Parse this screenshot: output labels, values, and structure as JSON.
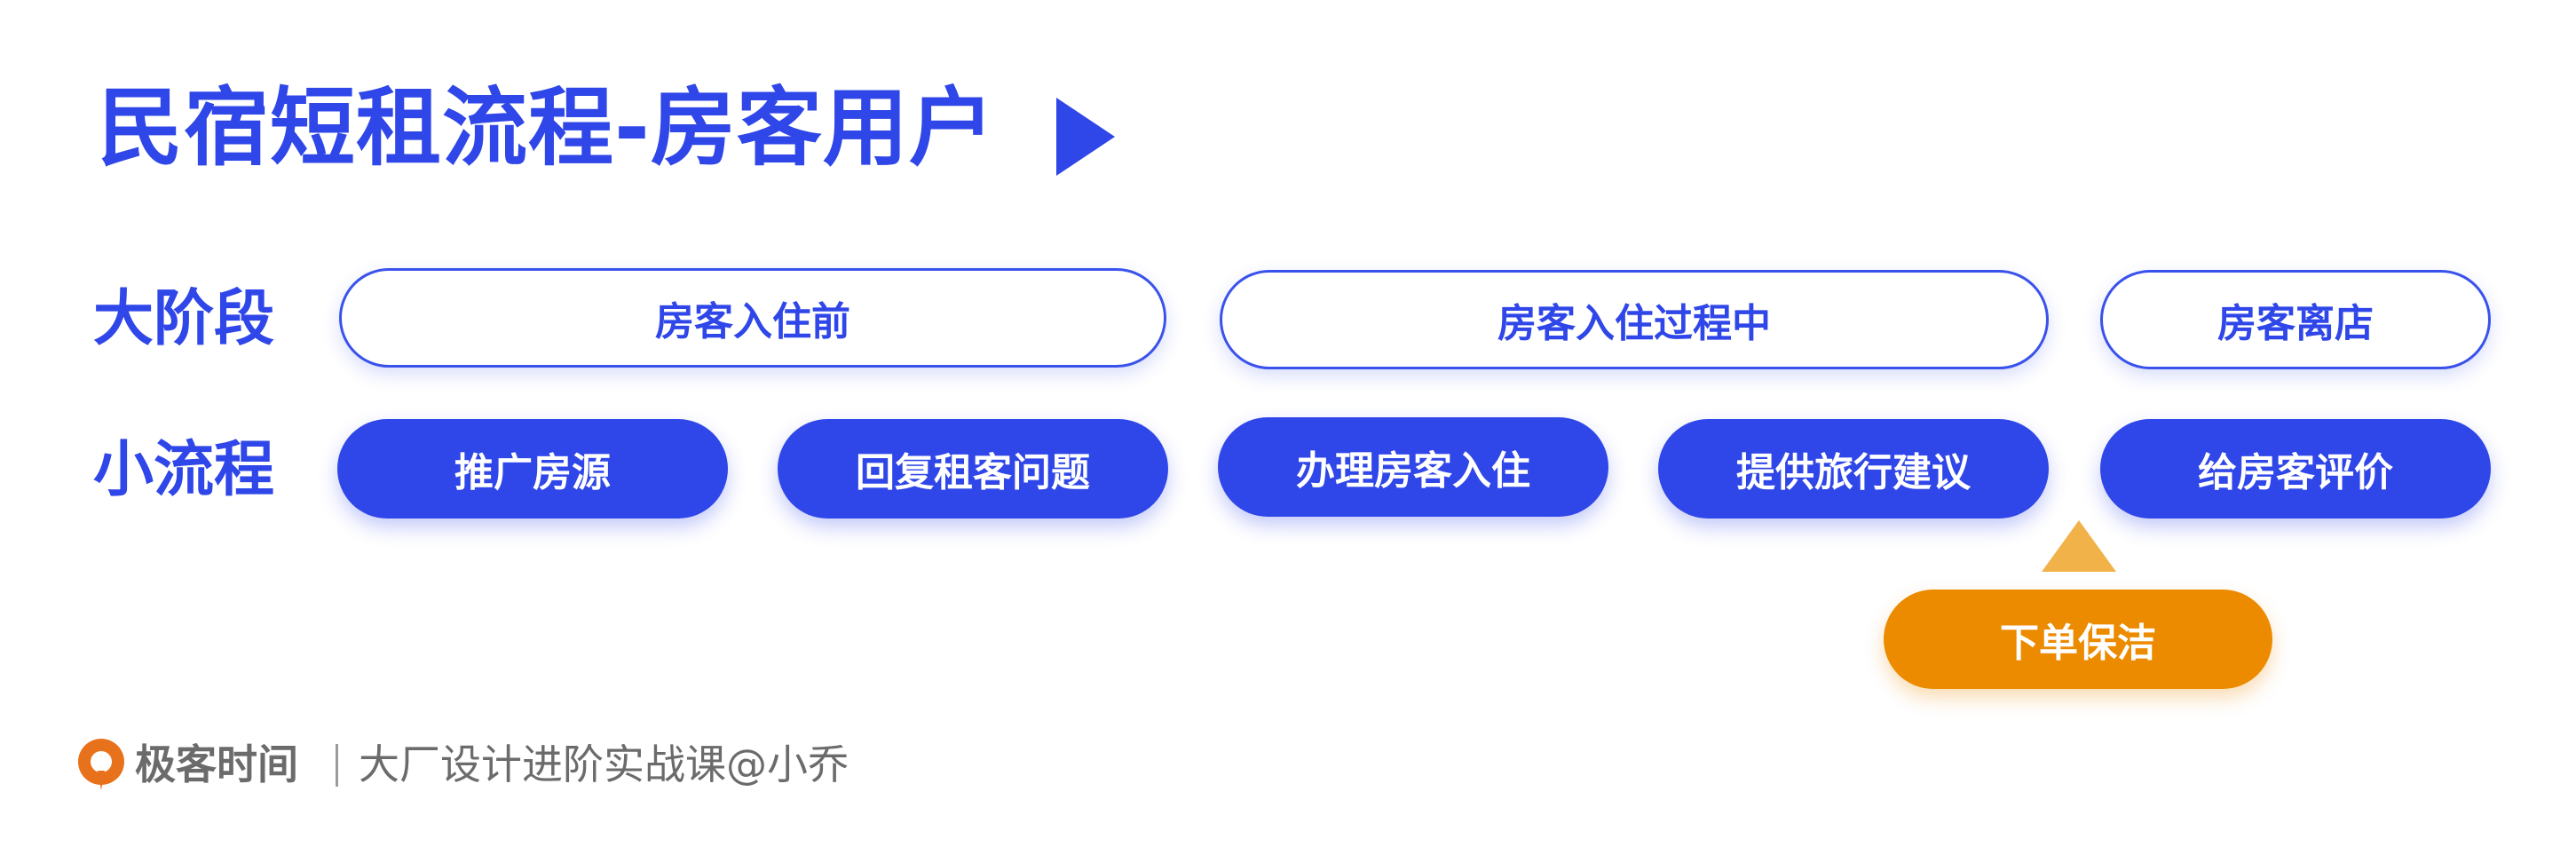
{
  "title": "民宿短租流程-房客用户",
  "rows": {
    "stage_label": "大阶段",
    "flow_label": "小流程"
  },
  "stages": [
    {
      "label": "房客入住前"
    },
    {
      "label": "房客入住过程中"
    },
    {
      "label": "房客离店"
    }
  ],
  "flows": [
    {
      "label": "推广房源"
    },
    {
      "label": "回复租客问题"
    },
    {
      "label": "办理房客入住"
    },
    {
      "label": "提供旅行建议"
    },
    {
      "label": "给房客评价"
    }
  ],
  "branch": {
    "label": "下单保洁"
  },
  "footer": {
    "brand": "极客时间",
    "course": "大厂设计进阶实战课@小乔"
  },
  "colors": {
    "primary": "#2f46e8",
    "accent": "#ec8a00",
    "text_muted": "#6b6b6b"
  }
}
